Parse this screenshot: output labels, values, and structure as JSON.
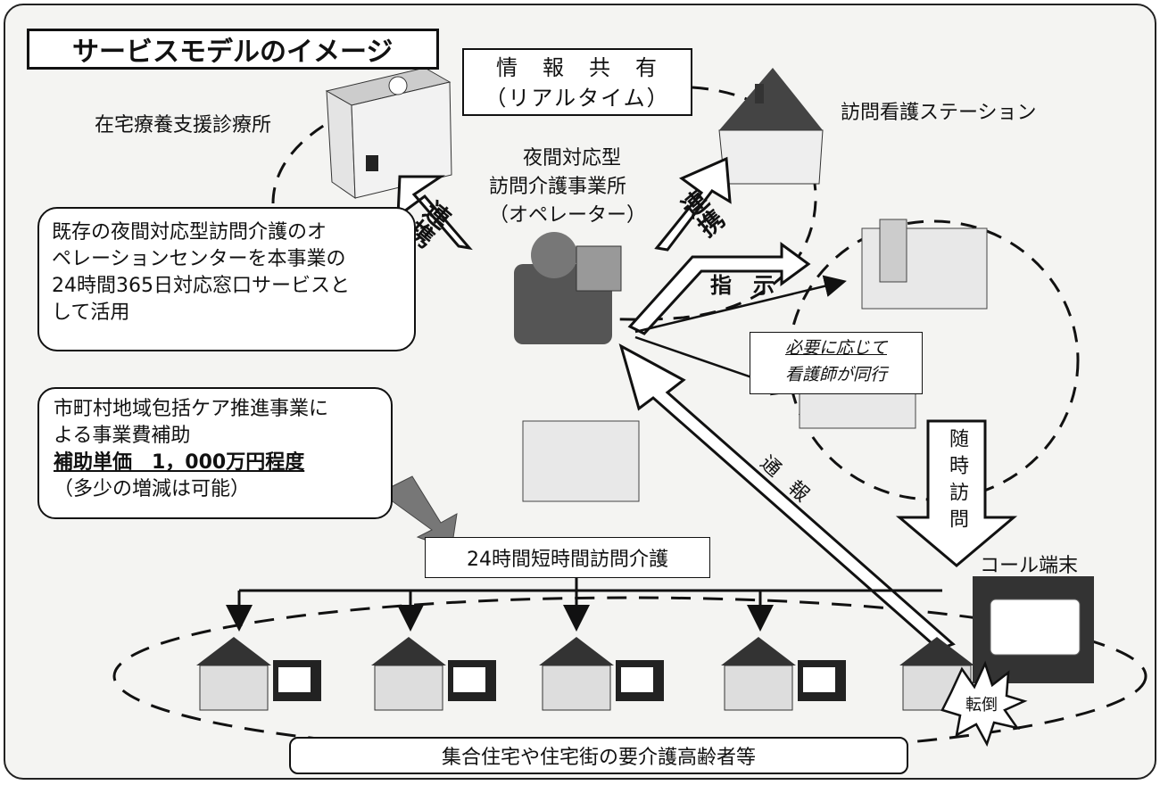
{
  "title": "サービスモデルのイメージ",
  "info_share": {
    "line1": "情　報　共　有",
    "line2": "（リアルタイム）"
  },
  "clinic_label": "在宅療養支援診療所",
  "station_label": "訪問看護ステーション",
  "operator": {
    "line1": "夜間対応型",
    "line2": "訪問介護事業所",
    "line3": "（オペレーター）"
  },
  "renkei_left": "連携",
  "renkei_right": "連携",
  "shiji": "指　示",
  "callout_existing": {
    "line1": "既存の夜間対応型訪問介護のオ",
    "line2": "ペレーションセンターを本事業の",
    "line3": "24時間365日対応窓口サービスと",
    "line4": "して活用"
  },
  "callout_subsidy": {
    "line1": "市町村地域包括ケア推進事業に",
    "line2": "よる事業費補助",
    "line3": "補助単価　1，000万円程度",
    "line4": "（多少の増減は可能）"
  },
  "nurse_note": {
    "line1": "必要に応じて",
    "line2": "看護師が同行"
  },
  "zuiji_houmon": "随時訪問",
  "tsuho": "通報",
  "service_box": "24時間短時間訪問介護",
  "call_terminal_label": "コール端末",
  "fall_label": "転倒",
  "residents_label": "集合住宅や住宅街の要介護高齢者等"
}
